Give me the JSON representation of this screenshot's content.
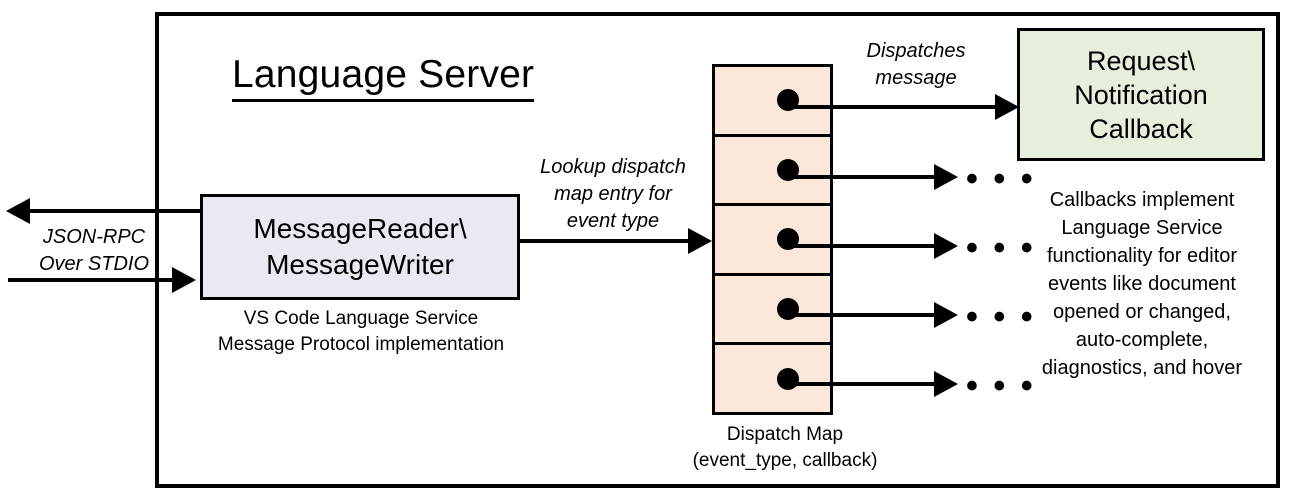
{
  "diagram": {
    "title": "Language Server",
    "frame_border_color": "#000000"
  },
  "external_io": {
    "label": "JSON-RPC\nOver STDIO",
    "outbound_arrow": "arrow-left-icon",
    "inbound_arrow": "arrow-right-icon"
  },
  "reader_node": {
    "label": "MessageReader\\\nMessageWriter",
    "caption": "VS Code Language Service\nMessage Protocol implementation",
    "fill": "#EBE8F2"
  },
  "lookup_edge": {
    "label": "Lookup dispatch\nmap entry for\nevent type"
  },
  "dispatch_map": {
    "caption": "Dispatch Map\n(event_type, callback)",
    "fill": "#FAE7DA",
    "rows": [
      {
        "dot": "filled-dot-icon"
      },
      {
        "dot": "filled-dot-icon"
      },
      {
        "dot": "filled-dot-icon"
      },
      {
        "dot": "filled-dot-icon"
      },
      {
        "dot": "filled-dot-icon"
      }
    ]
  },
  "dispatch_edge": {
    "label": "Dispatches\nmessage"
  },
  "callback_node": {
    "label": "Request\\\nNotification\nCallback",
    "caption": "Callbacks implement\nLanguage Service\nfunctionality for editor\nevents like document\nopened or changed,\nauto-complete,\ndiagnostics, and hover",
    "fill": "#E6EEDC"
  },
  "continuation": {
    "ellipsis": "• • •",
    "count": 4
  }
}
